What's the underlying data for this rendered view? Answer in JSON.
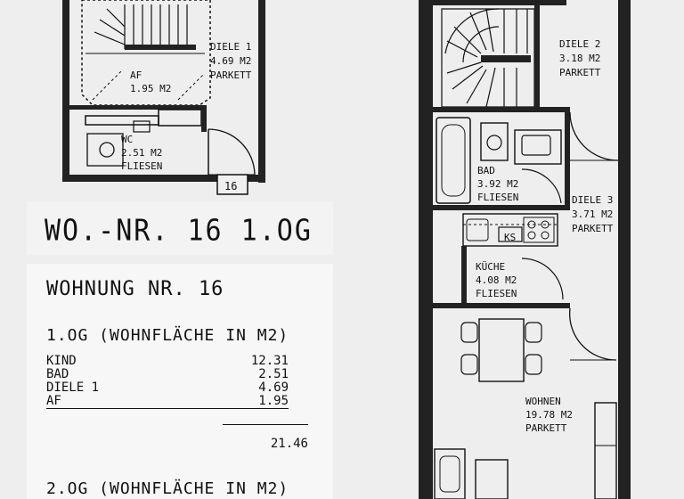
{
  "sheet_title": "WO.-NR. 16   1.OG",
  "apartment_heading": "WOHNUNG NR. 16",
  "floor1": {
    "heading": "1.OG   (WOHNFLÄCHE IN M2)",
    "rows": [
      {
        "room": "KIND",
        "area": "12.31"
      },
      {
        "room": "BAD",
        "area": "2.51"
      },
      {
        "room": "DIELE 1",
        "area": "4.69"
      },
      {
        "room": "AF",
        "area": "1.95"
      }
    ],
    "total": "21.46"
  },
  "floor2": {
    "heading": "2.OG   (WOHNFLÄCHE IN M2)"
  },
  "door_number": "16",
  "left_plan_rooms": {
    "diele1": {
      "name": "DIELE 1",
      "area": "4.69 M2",
      "floor": "PARKETT"
    },
    "af": {
      "name": "AF",
      "area": "1.95 M2"
    },
    "wc": {
      "name": "WC",
      "area": "2.51 M2",
      "floor": "FLIESEN"
    }
  },
  "right_plan_rooms": {
    "diele2": {
      "name": "DIELE 2",
      "area": "3.18 M2",
      "floor": "PARKETT"
    },
    "bad": {
      "name": "BAD",
      "area": "3.92 M2",
      "floor": "FLIESEN"
    },
    "diele3": {
      "name": "DIELE 3",
      "area": "3.71 M2",
      "floor": "PARKETT"
    },
    "ks": {
      "name": "KS"
    },
    "kueche": {
      "name": "KÜCHE",
      "area": "4.08 M2",
      "floor": "FLIESEN"
    },
    "wohnen": {
      "name": "WOHNEN",
      "area": "19.78 M2",
      "floor": "PARKETT"
    }
  }
}
